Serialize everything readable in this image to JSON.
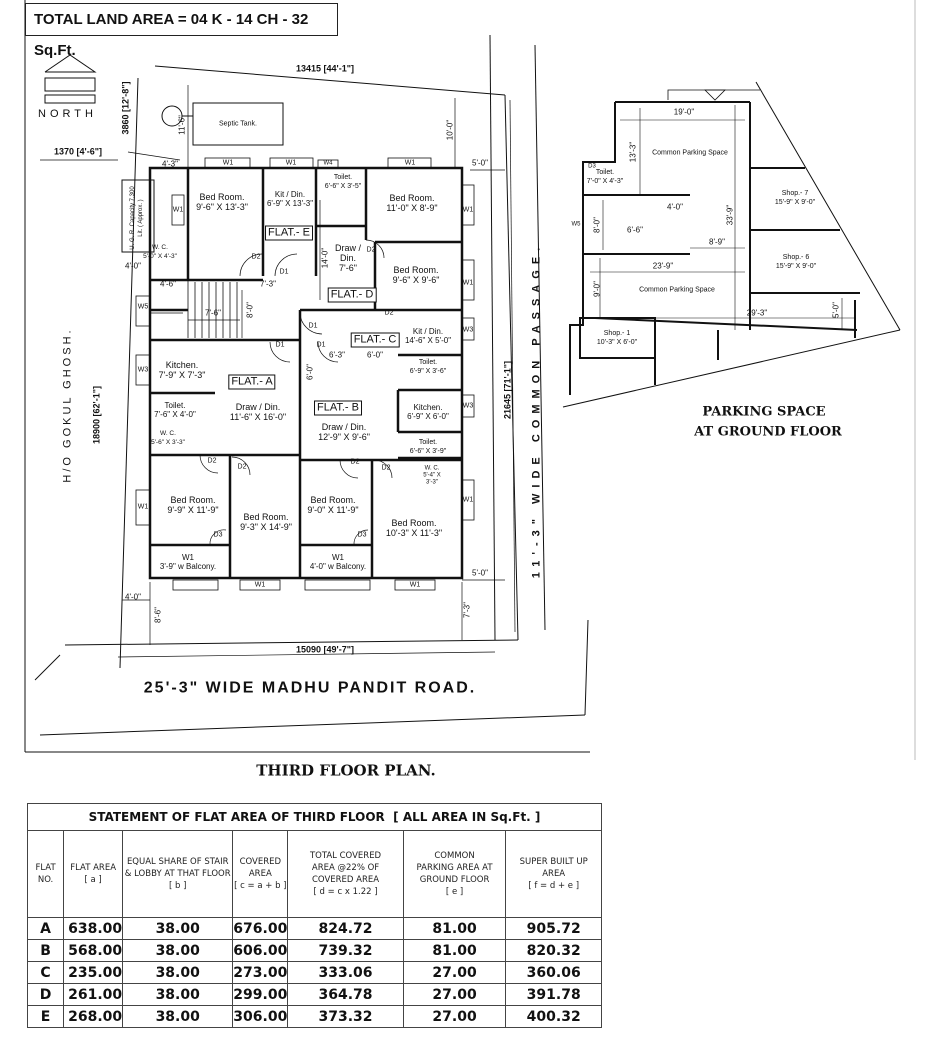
{
  "land_area": "TOTAL LAND AREA = 04 K - 14 CH - 32 Sq.Ft.",
  "north": "NORTH",
  "plan": {
    "title": "THIRD FLOOR PLAN.",
    "road": "25'-3\" WIDE MADHU PANDIT ROAD.",
    "passage": "11'-3\" WIDE COMMON PASSAGE.",
    "neighbour": "H/O GOKUL GHOSH.",
    "septic": "Septic Tank.",
    "ugr": "U. G. R. Capacity 7,300 Lit. ( Approx. )",
    "dims": {
      "top": "13415 [44'-1\"]",
      "bottom": "15090 [49'-7\"]",
      "left": "18900 [62'-1\"]",
      "right": "21645 [71'-1\"]",
      "nw": "3860 [12'-8\"]",
      "nw2": "1370 [4'-6\"]",
      "d_11_6": "11'-6\"",
      "d_10_0": "10'-0\"",
      "d_4_3": "4'-3\"",
      "d_5_0a": "5'-0\"",
      "d_4_0a": "4'-0\"",
      "d_4_6": "4'-6\"",
      "d_7_6": "7'-6\"",
      "d_8_0": "8'-0\"",
      "d_7_3": "7'-3\"",
      "d_14_0": "14'-0\"",
      "d_6_3": "6'-3\"",
      "d_6_0": "6'-0\"",
      "d_6_0v": "6'-0\"",
      "d_5_0b": "5'-0\"",
      "d_4_0b": "4'-0\"",
      "d_8_6": "8'-6\"",
      "d_7_3b": "7'-3\""
    },
    "flats": [
      "FLAT.- A",
      "FLAT.- B",
      "FLAT.- C",
      "FLAT.- D",
      "FLAT.- E"
    ],
    "rooms": {
      "e_bed": [
        "Bed Room.",
        "9'-6\" X 13'-3\""
      ],
      "e_kit": [
        "Kit / Din.",
        "6'-9\" X 13'-3\""
      ],
      "e_wc": [
        "W. C.",
        "5'-0\" X 4'-3\""
      ],
      "d_toilet": [
        "Toilet.",
        "6'-6\" X 3'-5\""
      ],
      "d_bed1": [
        "Bed Room.",
        "11'-0\" X 8'-9\""
      ],
      "d_draw": [
        "Draw /",
        "Din.",
        "7'-6\""
      ],
      "d_bed2": [
        "Bed Room.",
        "9'-6\" X 9'-6\""
      ],
      "c_kit": [
        "Kit / Din.",
        "14'-6\" X 5'-0\""
      ],
      "c_toilet": [
        "Toilet.",
        "6'-9\" X 3'-6\""
      ],
      "a_kitchen": [
        "Kitchen.",
        "7'-9\" X 7'-3\""
      ],
      "a_draw": [
        "Draw / Din.",
        "11'-6\" X 16'-0\""
      ],
      "a_toilet": [
        "Toilet.",
        "7'-6\" X 4'-0\""
      ],
      "a_wc": [
        "W. C.",
        "5'-6\" X 3'-3\""
      ],
      "a_bed1": [
        "Bed Room.",
        "9'-9\" X 11'-9\""
      ],
      "a_bed2": [
        "Bed Room.",
        "9'-3\" X 14'-9\""
      ],
      "a_balcony": [
        "W1",
        "3'-9\" w Balcony."
      ],
      "b_draw": [
        "Draw / Din.",
        "12'-9\" X 9'-6\""
      ],
      "b_kitchen": [
        "Kitchen.",
        "6'-9\" X 6'-0\""
      ],
      "b_toilet": [
        "Toilet.",
        "6'-6\" X 3'-9\""
      ],
      "b_wc": [
        "W. C.",
        "5'-4\" X",
        "3'-3\""
      ],
      "b_bed1": [
        "Bed Room.",
        "9'-0\" X 11'-9\""
      ],
      "b_bed2": [
        "Bed Room.",
        "10'-3\" X 11'-3\""
      ],
      "b_balcony": [
        "W1",
        "4'-0\" w Balcony."
      ]
    },
    "windows": [
      "W1",
      "W3",
      "W4",
      "W5"
    ],
    "doors": [
      "D1",
      "D2",
      "D3"
    ]
  },
  "parking": {
    "title": [
      "PARKING SPACE",
      "AT GROUND FLOOR"
    ],
    "common": "Common Parking Space",
    "toilet": [
      "Toilet.",
      "7'-0\" X 4'-3\""
    ],
    "shop7": [
      "Shop.- 7",
      "15'-9\" X 9'-0\""
    ],
    "shop6": [
      "Shop.- 6",
      "15'-9\" X 9'-0\""
    ],
    "shop1": [
      "Shop.- 1",
      "10'-3\" X 6'-0\""
    ],
    "dims": [
      "19'-0\"",
      "13'-3\"",
      "33'-9\"",
      "4'-0\"",
      "8'-0\"",
      "6'-6\"",
      "8'-9\"",
      "23'-9\"",
      "9'-0\"",
      "29'-3\"",
      "5'-0\""
    ],
    "w5": "W5",
    "d3": "D3"
  },
  "statement": {
    "caption": "STATEMENT OF FLAT AREA OF THIRD FLOOR",
    "caption_unit": "[ ALL AREA IN Sq.Ft. ]",
    "headers": [
      [
        "FLAT",
        "NO."
      ],
      [
        "FLAT AREA",
        "[ a ]"
      ],
      [
        "EQUAL SHARE OF STAIR",
        "& LOBBY AT THAT FLOOR",
        "[ b ]"
      ],
      [
        "COVERED",
        "AREA",
        "[ c = a + b ]"
      ],
      [
        "TOTAL COVERED",
        "AREA @22% OF",
        "COVERED AREA",
        "[ d = c x 1.22 ]"
      ],
      [
        "COMMON",
        "PARKING AREA AT",
        "GROUND FLOOR",
        "[ e ]"
      ],
      [
        "SUPER BUILT UP",
        "AREA",
        "[ f = d + e ]"
      ]
    ],
    "rows": [
      [
        "A",
        "638.00",
        "38.00",
        "676.00",
        "824.72",
        "81.00",
        "905.72"
      ],
      [
        "B",
        "568.00",
        "38.00",
        "606.00",
        "739.32",
        "81.00",
        "820.32"
      ],
      [
        "C",
        "235.00",
        "38.00",
        "273.00",
        "333.06",
        "27.00",
        "360.06"
      ],
      [
        "D",
        "261.00",
        "38.00",
        "299.00",
        "364.78",
        "27.00",
        "391.78"
      ],
      [
        "E",
        "268.00",
        "38.00",
        "306.00",
        "373.32",
        "27.00",
        "400.32"
      ]
    ]
  }
}
